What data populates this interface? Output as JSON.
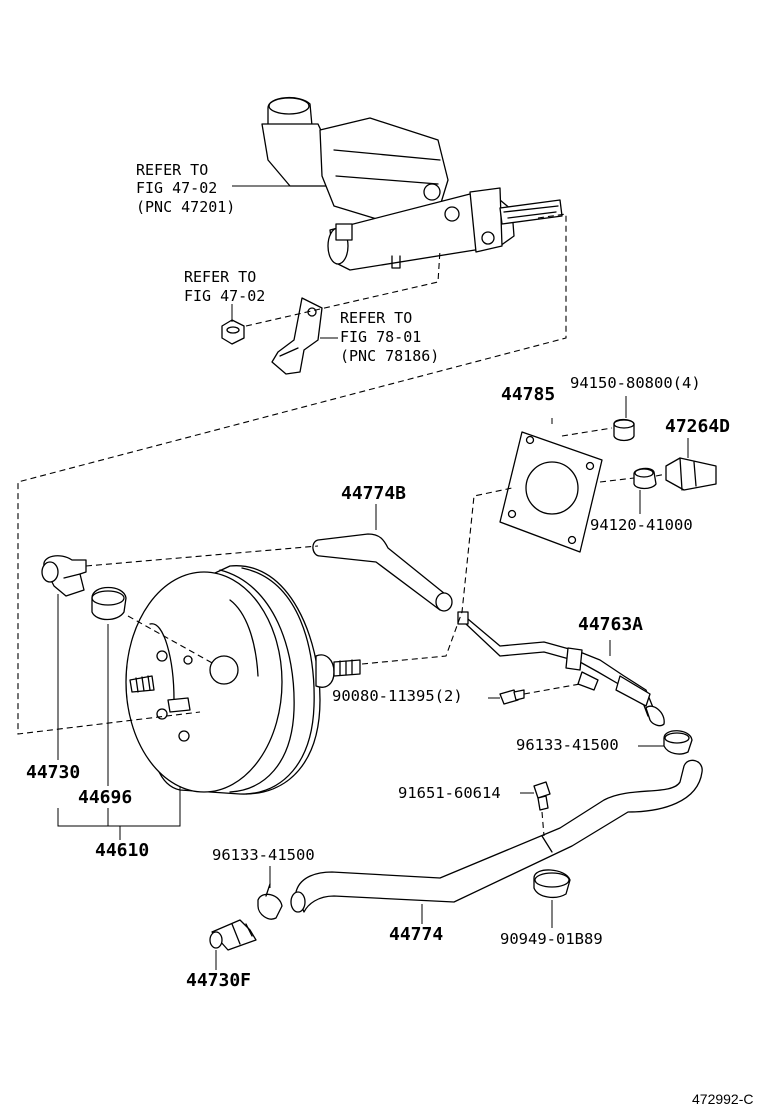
{
  "refs": {
    "master_cylinder": {
      "line1": "REFER TO",
      "line2": "FIG 47-02",
      "line3": "(PNC 47201)"
    },
    "nut": {
      "line1": "REFER TO",
      "line2": "FIG 47-02"
    },
    "bracket": {
      "line1": "REFER TO",
      "line2": "FIG 78-01",
      "line3": "(PNC 78186)"
    }
  },
  "parts": {
    "p44785": "44785",
    "p94150": "94150-80800(4)",
    "p47264d": "47264D",
    "p94120": "94120-41000",
    "p44774b": "44774B",
    "p44763a": "44763A",
    "p90080": "90080-11395(2)",
    "p96133_a": "96133-41500",
    "p91651": "91651-60614",
    "p44730": "44730",
    "p44696": "44696",
    "p44610": "44610",
    "p96133_b": "96133-41500",
    "p44774": "44774",
    "p90949": "90949-01B89",
    "p44730f": "44730F"
  },
  "figure_id": "472992-C"
}
